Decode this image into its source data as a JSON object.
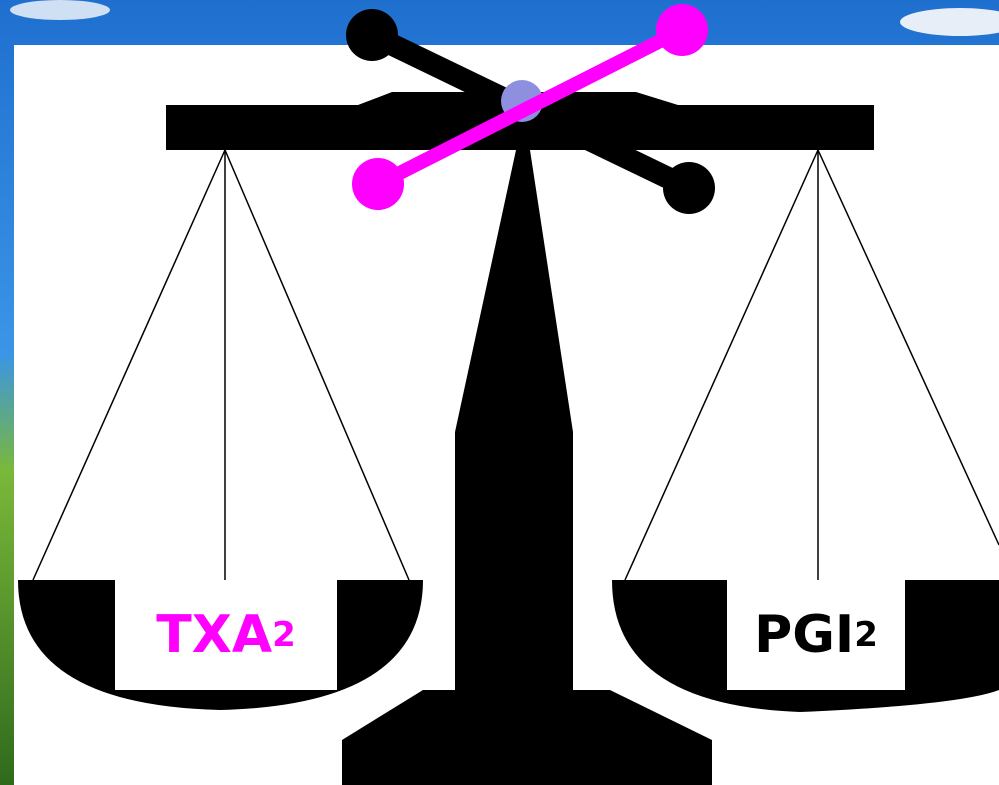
{
  "labels": {
    "left": {
      "main": "TXA",
      "sub": "2",
      "color": "#ff00ff"
    },
    "right": {
      "main": "PGI",
      "sub": "2",
      "color": "#000000"
    }
  },
  "colors": {
    "accent": "#ff00ff",
    "scale": "#000000",
    "pivot": "#8f8fe0",
    "panel": "#ffffff"
  }
}
